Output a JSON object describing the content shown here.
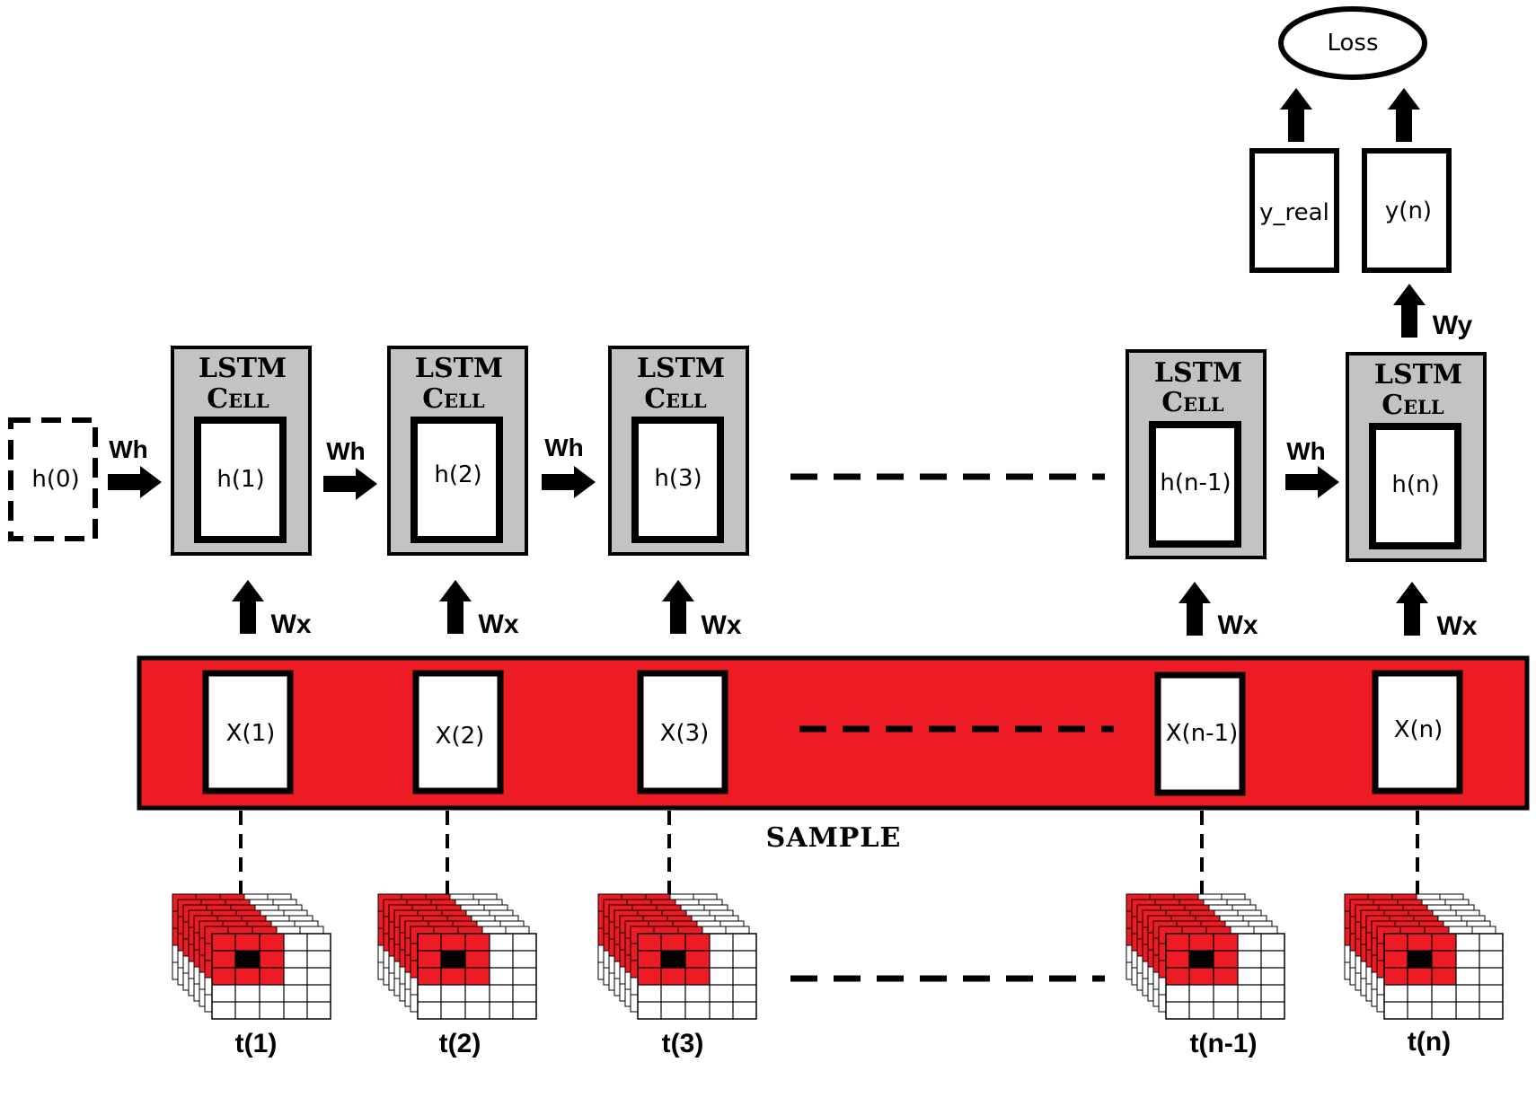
{
  "initial_state": "h(0)",
  "cell_header_line1": "LSTM",
  "cell_header_line2": "Cell",
  "cells": [
    {
      "hidden": "h(1)",
      "input": "X(1)",
      "time": "t(1)"
    },
    {
      "hidden": "h(2)",
      "input": "X(2)",
      "time": "t(2)"
    },
    {
      "hidden": "h(3)",
      "input": "X(3)",
      "time": "t(3)"
    },
    {
      "hidden": "h(n-1)",
      "input": "X(n-1)",
      "time": "t(n-1)"
    },
    {
      "hidden": "h(n)",
      "input": "X(n)",
      "time": "t(n)"
    }
  ],
  "weights": {
    "hidden": "Wh",
    "input": "Wx",
    "output": "Wy"
  },
  "outputs": {
    "real": "y_real",
    "predicted": "y(n)"
  },
  "loss": "Loss",
  "sample_label": "SAMPLE",
  "colors": {
    "sample_band": "#ed1c24",
    "cell_fill": "#c3c3c3",
    "grid_red": "#ed1c24"
  }
}
